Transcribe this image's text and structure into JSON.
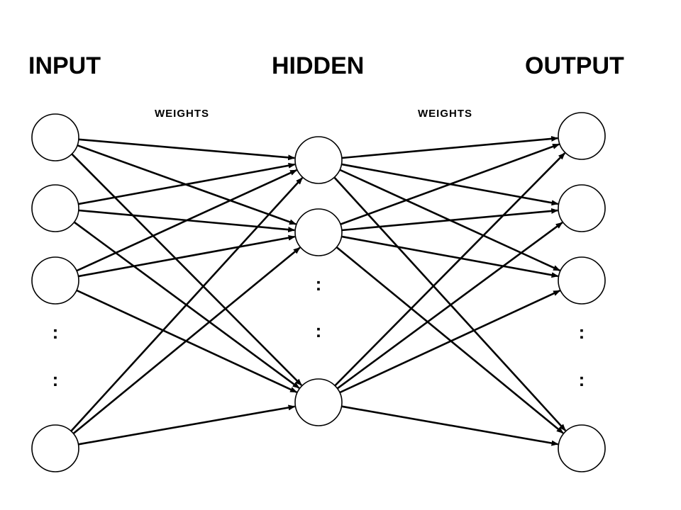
{
  "layers": {
    "input": {
      "title": "INPUT"
    },
    "hidden": {
      "title": "HIDDEN"
    },
    "output": {
      "title": "OUTPUT"
    }
  },
  "weights": [
    {
      "label": "WEIGHTS"
    },
    {
      "label": "WEIGHTS"
    }
  ],
  "ellipsis_glyph": ":",
  "colors": {
    "stroke": "#000000",
    "background": "#ffffff"
  }
}
